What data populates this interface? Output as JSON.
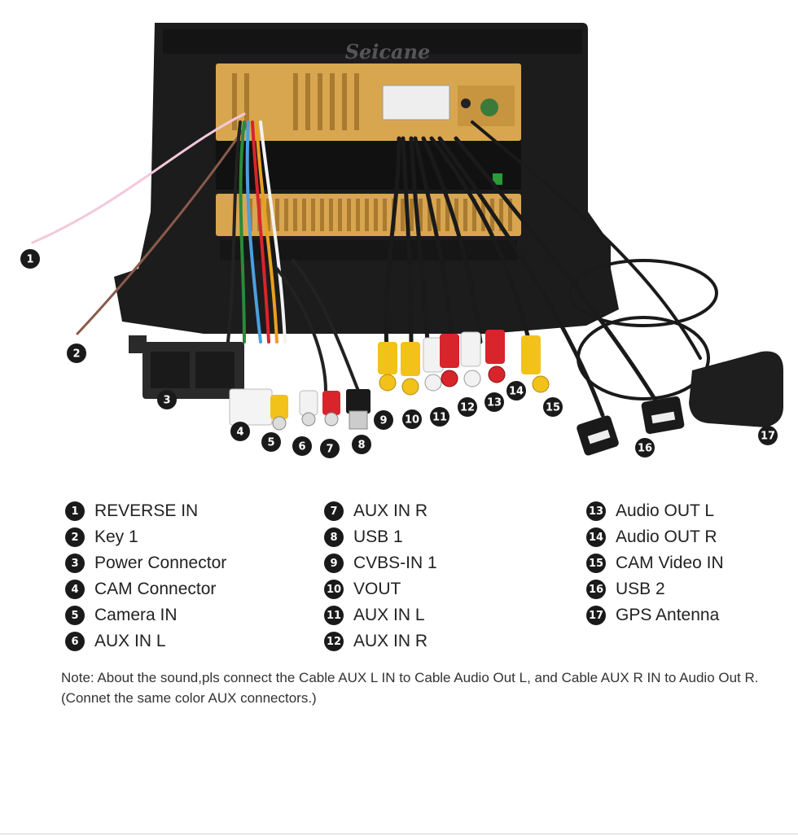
{
  "brand": "Seicane",
  "legend": [
    {
      "n": "1",
      "label": "REVERSE IN"
    },
    {
      "n": "2",
      "label": "Key 1"
    },
    {
      "n": "3",
      "label": "Power Connector"
    },
    {
      "n": "4",
      "label": "CAM Connector"
    },
    {
      "n": "5",
      "label": "Camera IN"
    },
    {
      "n": "6",
      "label": "AUX IN L"
    },
    {
      "n": "7",
      "label": "AUX IN R"
    },
    {
      "n": "8",
      "label": "USB 1"
    },
    {
      "n": "9",
      "label": "CVBS-IN 1"
    },
    {
      "n": "10",
      "label": "VOUT"
    },
    {
      "n": "11",
      "label": "AUX IN L"
    },
    {
      "n": "12",
      "label": "AUX IN R"
    },
    {
      "n": "13",
      "label": "Audio OUT L"
    },
    {
      "n": "14",
      "label": "Audio OUT R"
    },
    {
      "n": "15",
      "label": "CAM Video IN"
    },
    {
      "n": "16",
      "label": "USB 2"
    },
    {
      "n": "17",
      "label": "GPS Antenna"
    }
  ],
  "note": "Note: About the sound,pls connect the Cable AUX L IN to Cable Audio Out L, and Cable AUX R IN to Audio Out R.(Connet the same color AUX connectors.)",
  "colors": {
    "frame": "#1c1c1c",
    "gold": "#d9a650",
    "yellow": "#f2c21b",
    "red": "#d8242b",
    "white": "#f2f2f2",
    "badge": "#1a1a1a"
  }
}
